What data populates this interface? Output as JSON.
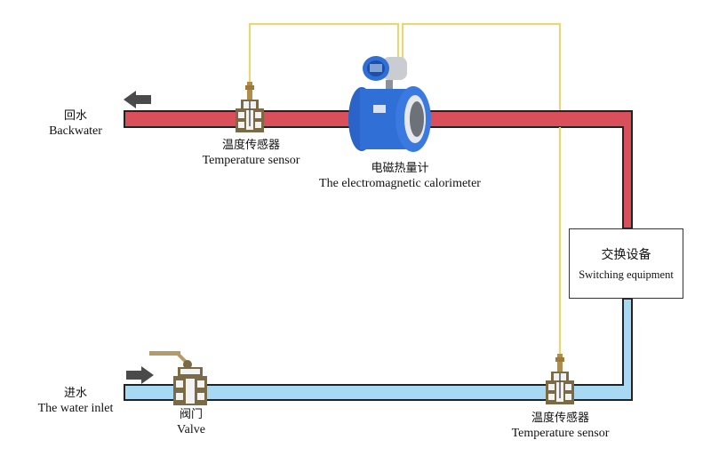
{
  "colors": {
    "hot_pipe": "#d9505a",
    "cold_pipe": "#a9d8f3",
    "pipe_outline": "#222222",
    "signal_wire": "#e8d77a",
    "arrow": "#4a4a4a",
    "fitting": "#7a6a45",
    "meter_body": "#2f6fd6"
  },
  "labels": {
    "backwater": {
      "zh": "回水",
      "en": "Backwater"
    },
    "water_inlet": {
      "zh": "进水",
      "en": "The water inlet"
    },
    "sensor_top": {
      "zh": "温度传感器",
      "en": "Temperature sensor"
    },
    "sensor_bottom": {
      "zh": "温度传感器",
      "en": "Temperature sensor"
    },
    "calorimeter": {
      "zh": "电磁热量计",
      "en": "The electromagnetic calorimeter"
    },
    "switching": {
      "zh": "交换设备",
      "en": "Switching equipment"
    },
    "valve": {
      "zh": "阀门",
      "en": "Valve"
    }
  },
  "icons": {
    "backwater_arrow": "arrow-left-icon",
    "inlet_arrow": "arrow-right-icon",
    "sensor": "temperature-sensor-icon",
    "valve": "ball-valve-icon",
    "meter": "electromagnetic-flowmeter-icon"
  }
}
